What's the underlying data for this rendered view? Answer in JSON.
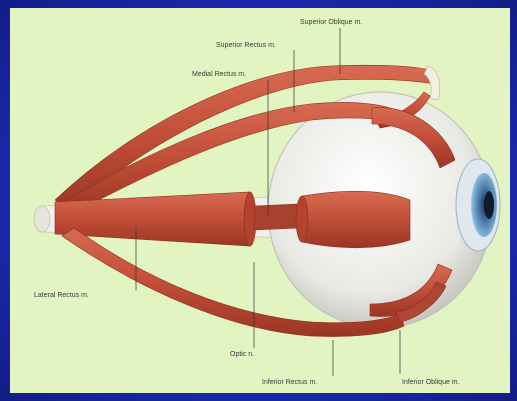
{
  "diagram": {
    "labels": {
      "superior_oblique": "Superior Oblique m.",
      "superior_rectus": "Superior Rectus m.",
      "medial_rectus": "Medial Rectus m.",
      "lateral_rectus": "Lateral Rectus m.",
      "optic": "Optic n.",
      "inferior_rectus": "Inferior Rectus m.",
      "inferior_oblique": "Inferior Oblique m."
    },
    "colors": {
      "background_blue": "#1d2bb0",
      "panel_green": "#e2f4c2",
      "muscle_red": "#c9543e",
      "muscle_dark": "#9e3a29",
      "sclera": "#eeeeea",
      "iris_blue": "#4f7ea8"
    }
  }
}
